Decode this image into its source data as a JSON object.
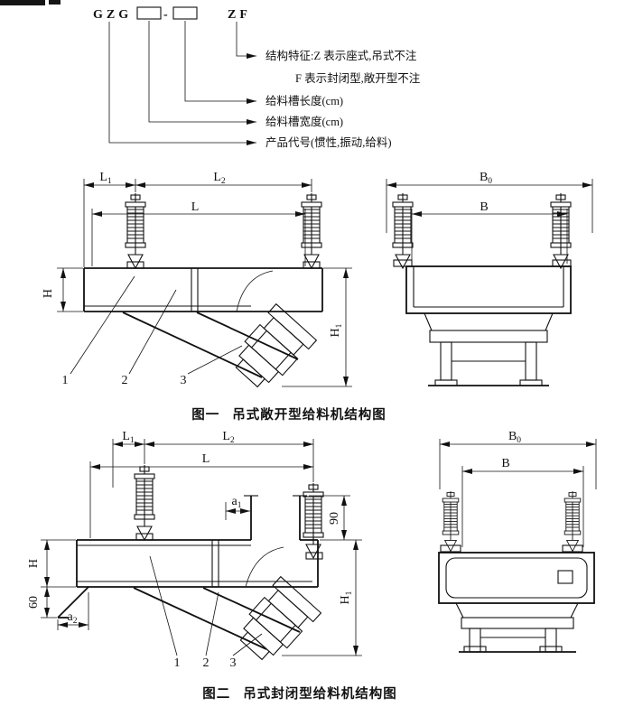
{
  "header": {
    "code": {
      "prefix": "GZG",
      "dash": "-",
      "suffix": "ZF"
    },
    "callouts": [
      "结构特征:Z 表示座式,吊式不注",
      "F 表示封闭型,敞开型不注",
      "给料槽长度(cm)",
      "给料槽宽度(cm)",
      "产品代号(惯性,振动,给料)"
    ]
  },
  "fig1": {
    "caption_label": "图一",
    "caption_title": "吊式敞开型给料机结构图",
    "dims": {
      "L1": {
        "base": "L",
        "sub": "1"
      },
      "L2": {
        "base": "L",
        "sub": "2"
      },
      "L": {
        "base": "L"
      },
      "H": {
        "base": "H"
      },
      "H1": {
        "base": "H",
        "sub": "1"
      },
      "B0": {
        "base": "B",
        "sub": "0"
      },
      "B": {
        "base": "B"
      }
    },
    "parts": [
      "1",
      "2",
      "3"
    ]
  },
  "fig2": {
    "caption_label": "图二",
    "caption_title": "吊式封闭型给料机结构图",
    "dims": {
      "L1": {
        "base": "L",
        "sub": "1"
      },
      "L2": {
        "base": "L",
        "sub": "2"
      },
      "L": {
        "base": "L"
      },
      "a1": {
        "base": "a",
        "sub": "1"
      },
      "a2": {
        "base": "a",
        "sub": "2"
      },
      "n90": {
        "base": "90"
      },
      "n60": {
        "base": "60"
      },
      "H": {
        "base": "H"
      },
      "H1": {
        "base": "H",
        "sub": "1"
      },
      "B0": {
        "base": "B",
        "sub": "0"
      },
      "B": {
        "base": "B"
      }
    },
    "parts": [
      "1",
      "2",
      "3"
    ]
  }
}
